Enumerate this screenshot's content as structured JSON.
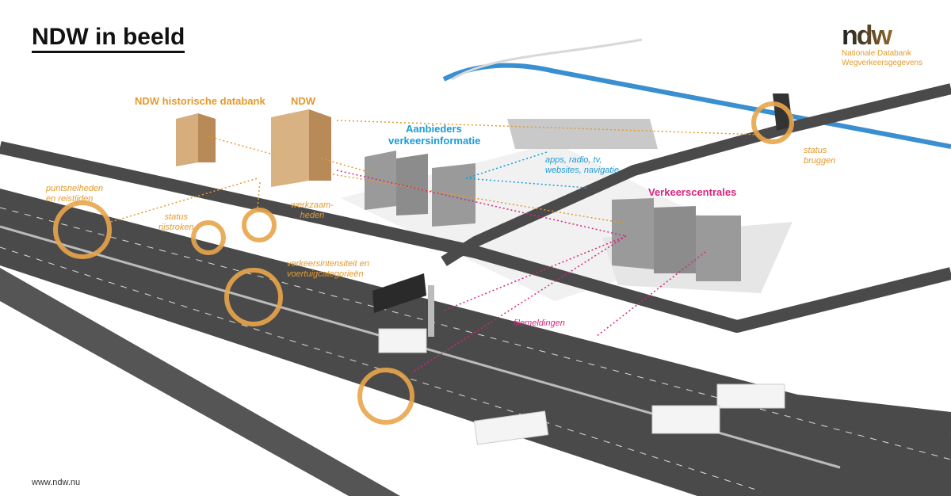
{
  "title": "NDW in beeld",
  "logo": {
    "word": "ndw",
    "line1": "Nationale Databank",
    "line2": "Wegverkeersgegevens"
  },
  "footer_url": "www.ndw.nu",
  "headings": {
    "historic": "NDW historische databank",
    "ndw": "NDW",
    "providers_1": "Aanbieders",
    "providers_2": "verkeersinformatie",
    "centres": "Verkeerscentrales"
  },
  "labels": {
    "speeds_1": "puntsnelheden",
    "speeds_2": "en reistijden",
    "lanes_1": "status",
    "lanes_2": "rijstroken",
    "works_1": "werkzaam-",
    "works_2": "heden",
    "intensity_1": "verkeersintensiteit en",
    "intensity_2": "voertuigcategorieën",
    "apps_1": "apps, radio, tv,",
    "apps_2": "websites, navigatie",
    "bridges_1": "status",
    "bridges_2": "bruggen",
    "jams": "filemeldingen"
  },
  "colors": {
    "orange": "#e39a2d",
    "blue": "#1b9bd7",
    "magenta": "#d6247f",
    "road": "#4a4a4a"
  }
}
